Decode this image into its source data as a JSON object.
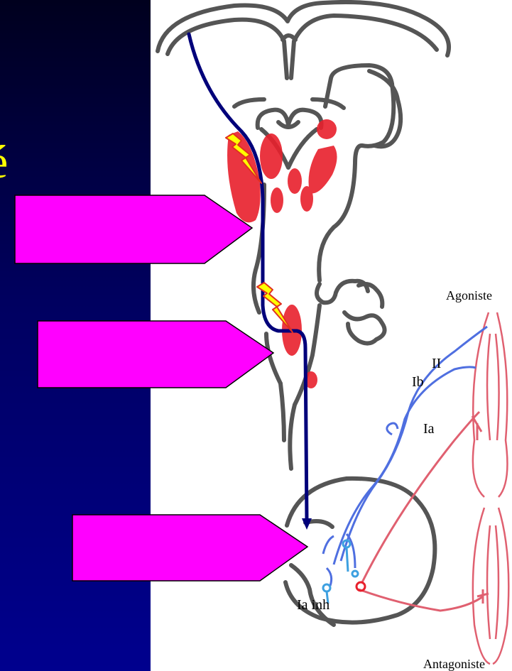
{
  "slide": {
    "title_fragment": "é",
    "background_color": "#00008e",
    "title_color": "#ffff00",
    "arrow_color": "#ff00ff"
  },
  "diagram": {
    "labels": {
      "agonist": "Agoniste",
      "antagonist": "Antagoniste",
      "fiber_ii": "II",
      "fiber_ib": "Ib",
      "fiber_ia": "Ia",
      "interneuron": "Ia inh"
    },
    "colors": {
      "outline": "#555555",
      "nuclei": "#e8202c",
      "motor_pathway": "#00007a",
      "afferent": "#4f6fe0",
      "muscle": "#e06070",
      "lesion": "#ffff00"
    },
    "callouts": [
      {
        "id": "brainstem-callout",
        "text": ""
      },
      {
        "id": "cerebellum-callout",
        "text": ""
      },
      {
        "id": "spinal-callout",
        "text": ""
      }
    ]
  }
}
